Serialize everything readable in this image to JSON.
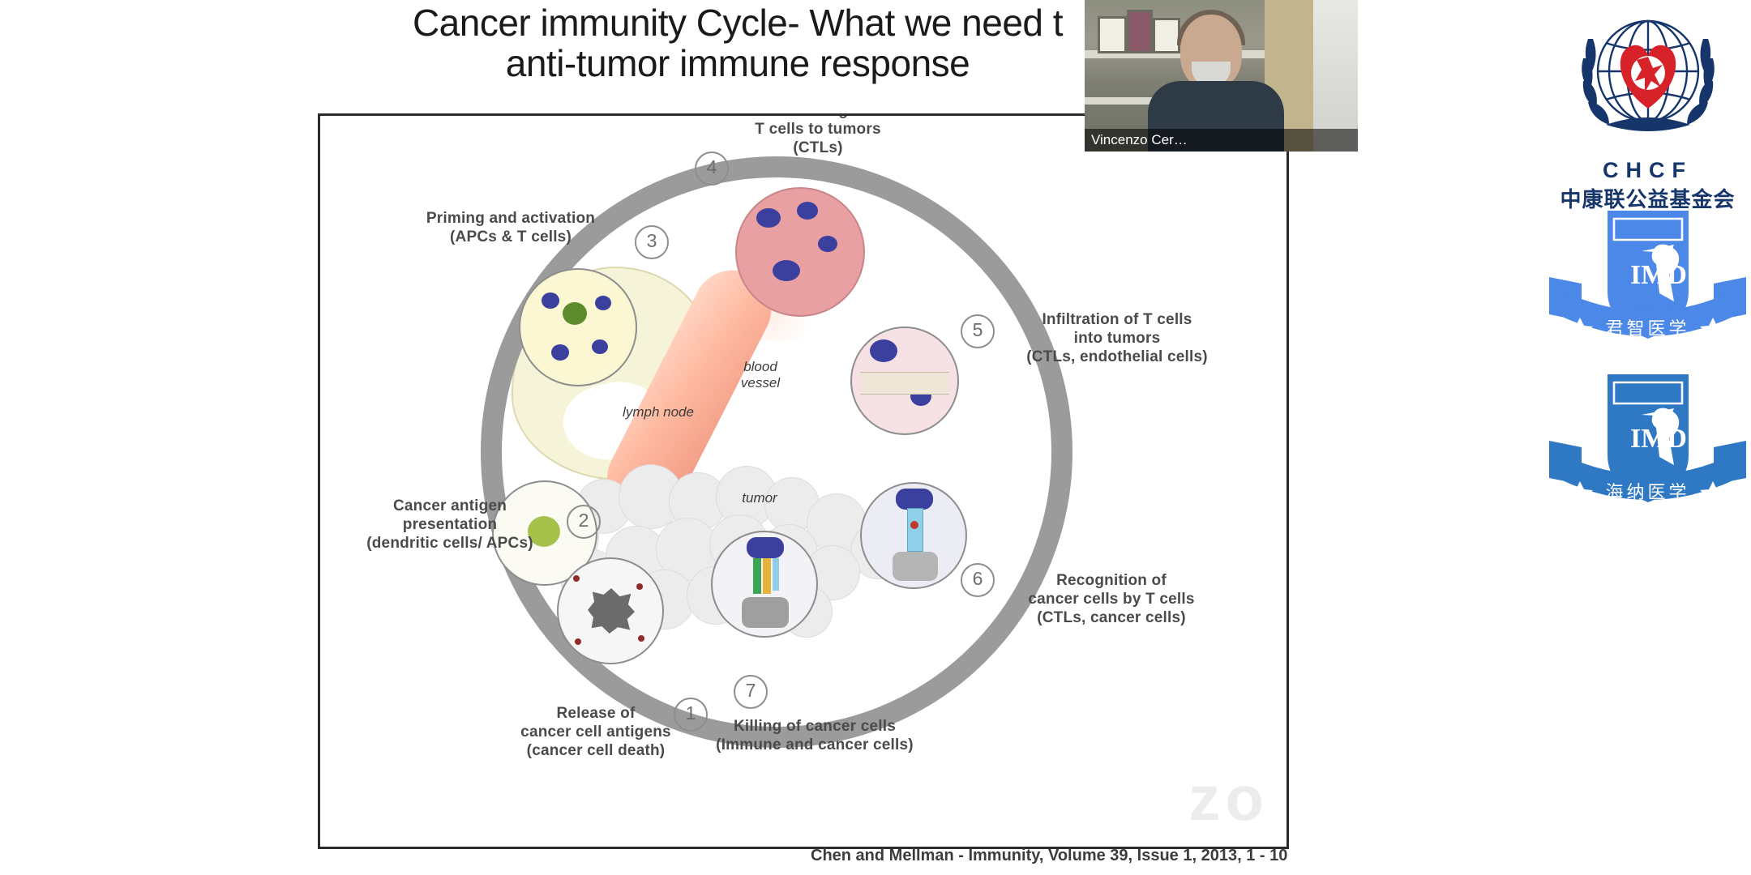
{
  "slide": {
    "title_line1": "Cancer immunity Cycle- What we need t",
    "title_line2": "anti-tumor immune response",
    "citation": "Chen and Mellman - Immunity, Volume 39, Issue 1, 2013, 1 - 10",
    "watermark": "zo",
    "inner_labels": {
      "blood_vessel": "blood\nvessel",
      "blood_vessel_l1": "blood",
      "blood_vessel_l2": "vessel",
      "lymph_node": "lymph node",
      "tumor": "tumor"
    },
    "steps": [
      {
        "number": "1",
        "marker": "①",
        "lines": [
          "Release of",
          "cancer cell antigens",
          "(cancer cell death)"
        ],
        "text": "Release of cancer cell antigens (cancer cell death)"
      },
      {
        "number": "2",
        "marker": "②",
        "lines": [
          "Cancer antigen",
          "presentation",
          "(dendritic cells/ APCs)"
        ],
        "text": "Cancer antigen presentation (dendritic cells/ APCs)"
      },
      {
        "number": "3",
        "marker": "③",
        "lines": [
          "Priming and activation",
          "(APCs & T cells)"
        ],
        "text": "Priming and activation (APCs & T cells)"
      },
      {
        "number": "4",
        "marker": "④",
        "lines": [
          "Trafficking of",
          "T cells to tumors",
          "(CTLs)"
        ],
        "text": "Trafficking of T cells to tumors (CTLs)"
      },
      {
        "number": "5",
        "marker": "⑤",
        "lines": [
          "Infiltration of T cells",
          "into tumors",
          "(CTLs, endothelial cells)"
        ],
        "text": "Infiltration of T cells into tumors (CTLs, endothelial cells)"
      },
      {
        "number": "6",
        "marker": "⑥",
        "lines": [
          "Recognition of",
          "cancer cells by T cells",
          "(CTLs, cancer cells)"
        ],
        "text": "Recognition of cancer cells by T cells (CTLs, cancer cells)"
      },
      {
        "number": "7",
        "marker": "⑦",
        "lines": [
          "Killing of cancer cells",
          "(Immune and cancer cells)"
        ],
        "text": "Killing of cancer cells (Immune and cancer cells)"
      }
    ]
  },
  "video": {
    "participant_name": "Vincenzo Cer…"
  },
  "logos": [
    {
      "id": "chcf",
      "acronym": "CHCF",
      "chinese": "中康联公益基金会",
      "color": "#16356b",
      "accent": "#d7222a"
    },
    {
      "id": "imd-junzhi",
      "acronym": "IMD",
      "chinese": "君智医学",
      "color": "#4b88e8"
    },
    {
      "id": "imd-haina",
      "acronym": "IMD",
      "chinese": "海纳医学",
      "color": "#2f79c4"
    }
  ],
  "colors": {
    "ring": "#9b9b9b",
    "frame": "#2b2b2b",
    "label_text": "#4a4a4a",
    "background": "#ffffff"
  }
}
